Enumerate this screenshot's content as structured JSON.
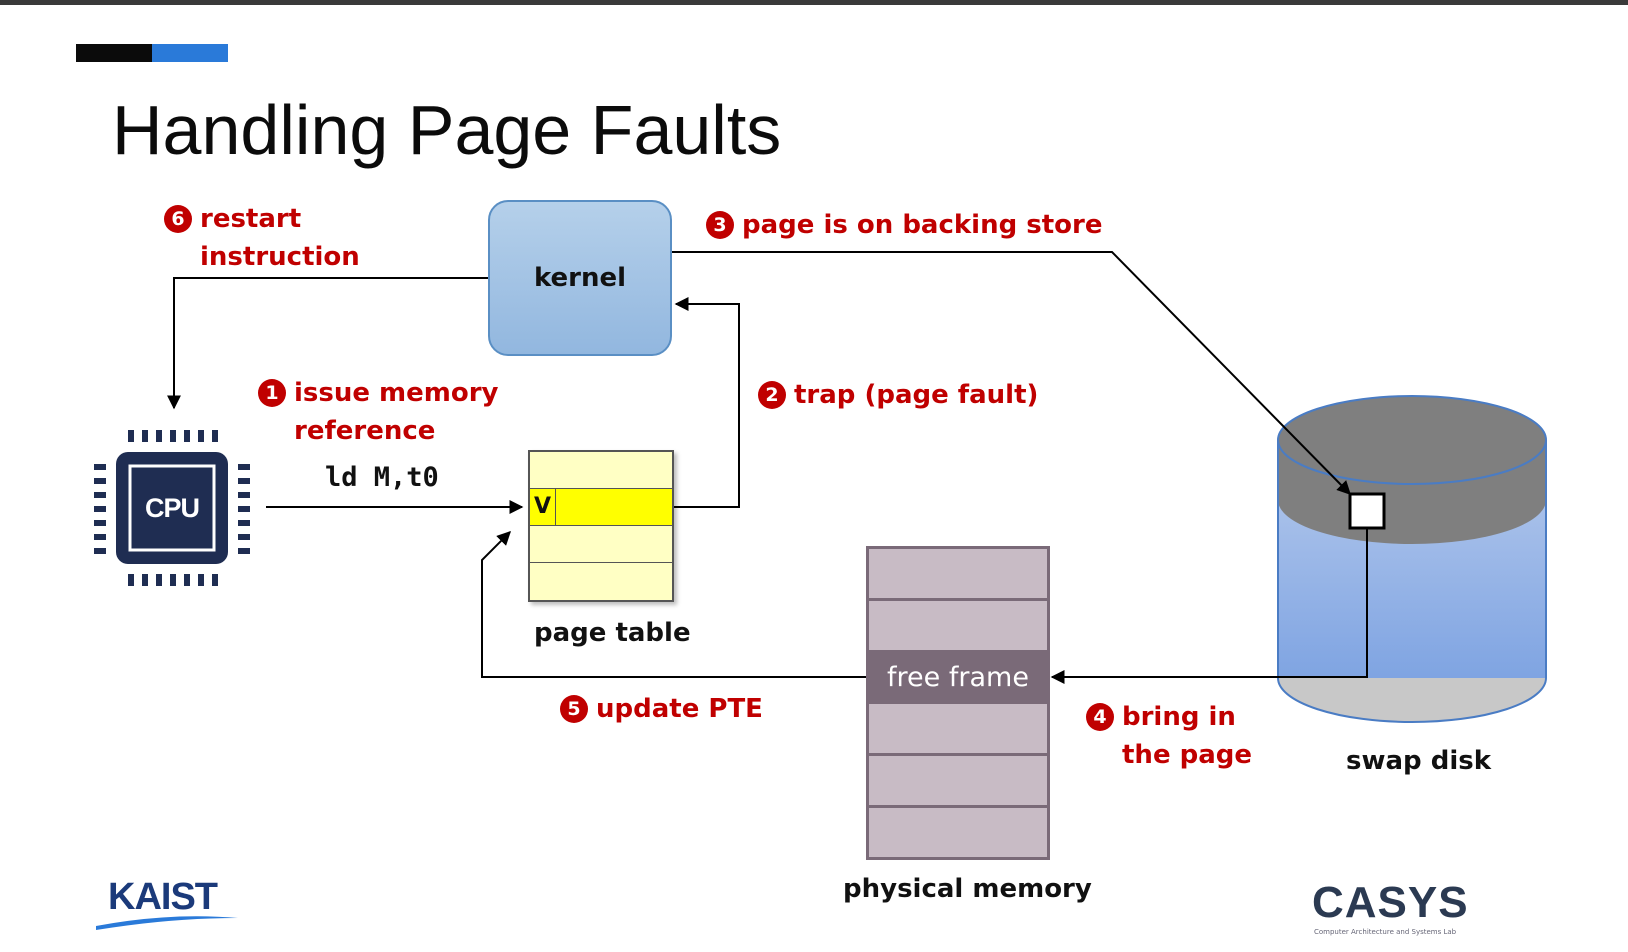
{
  "slide": {
    "title": "Handling Page Faults"
  },
  "diagram": {
    "kernel_label": "kernel",
    "cpu_label": "CPU",
    "instruction": "ld M,t0",
    "page_table_label": "page table",
    "valid_bit": "V",
    "free_frame_label": "free frame",
    "physical_memory_label": "physical memory",
    "swap_disk_label": "swap disk"
  },
  "steps": [
    {
      "num": "1",
      "lines": [
        "issue memory",
        "reference"
      ]
    },
    {
      "num": "2",
      "lines": [
        "trap (page fault)"
      ]
    },
    {
      "num": "3",
      "lines": [
        "page is on backing store"
      ]
    },
    {
      "num": "4",
      "lines": [
        "bring in",
        "the page"
      ]
    },
    {
      "num": "5",
      "lines": [
        "update PTE"
      ]
    },
    {
      "num": "6",
      "lines": [
        "restart",
        "instruction"
      ]
    }
  ],
  "logos": {
    "left": "KAIST",
    "right": "CASYS",
    "right_subtitle": "Computer Architecture and Systems Lab"
  },
  "colors": {
    "step_red": "#c00000",
    "accent_blue": "#2a7ad9",
    "kernel_blue": "#a3c3e5",
    "page_table_yellow": "#ffffc4",
    "valid_entry_yellow": "#ffff00",
    "memory_frame": "#c8bbc5",
    "free_frame": "#7a6a78",
    "disk_top_gray": "#7f7f7f",
    "disk_body_blue": "#8fb0e6"
  }
}
